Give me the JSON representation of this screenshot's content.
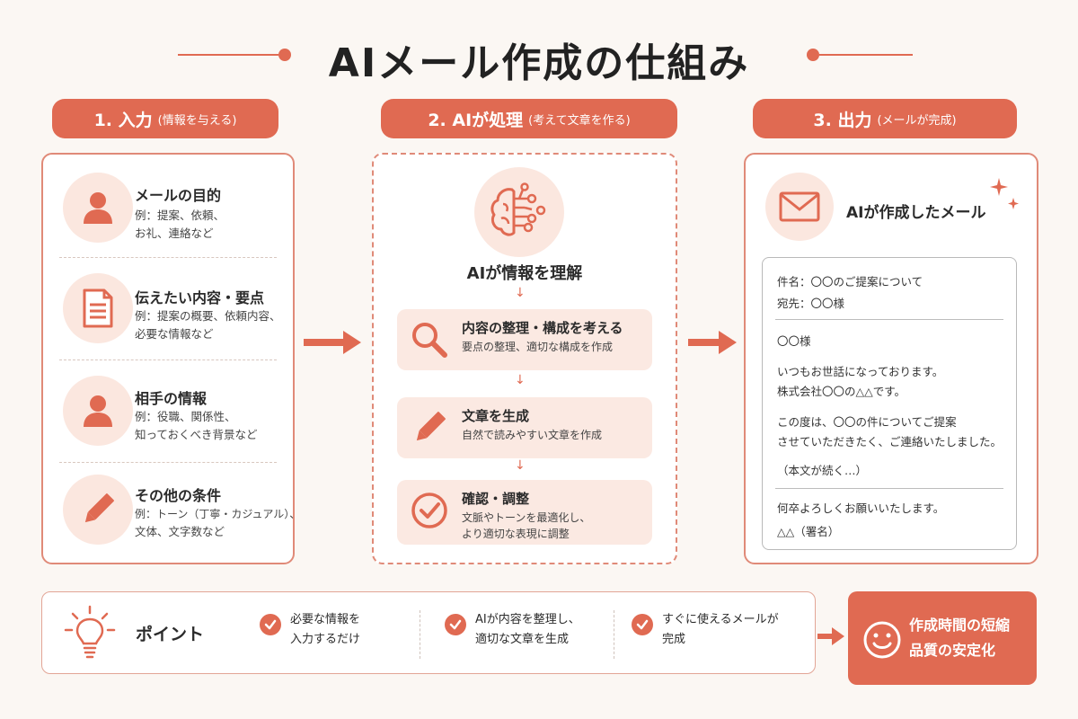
{
  "title": "AIメール作成の仕組み",
  "colors": {
    "accent": "#e06a52",
    "soft": "#fbe7df",
    "background": "#fbf7f3"
  },
  "steps": [
    {
      "label": "1. 入力",
      "sub": "(情報を与える)"
    },
    {
      "label": "2. AIが処理",
      "sub": "(考えて文章を作る)"
    },
    {
      "label": "3. 出力",
      "sub": "(メールが完成)"
    }
  ],
  "inputs": [
    {
      "icon": "person-icon",
      "title": "メールの目的",
      "desc": [
        "例：提案、依頼、",
        "お礼、連絡など"
      ]
    },
    {
      "icon": "document-icon",
      "title": "伝えたい内容・要点",
      "desc": [
        "例：提案の概要、依頼内容、",
        "必要な情報など"
      ]
    },
    {
      "icon": "person-icon",
      "title": "相手の情報",
      "desc": [
        "例：役職、関係性、",
        "知っておくべき背景など"
      ]
    },
    {
      "icon": "pencil-icon",
      "title": "その他の条件",
      "desc": [
        "例：トーン（丁寧・カジュアル）、",
        "文体、文字数など"
      ]
    }
  ],
  "process": {
    "head": "AIが情報を理解",
    "steps": [
      {
        "icon": "magnifier-icon",
        "title": "内容の整理・構成を考える",
        "desc": [
          "要点の整理、適切な構成を作成"
        ]
      },
      {
        "icon": "pencil-icon",
        "title": "文章を生成",
        "desc": [
          "自然で読みやすい文章を作成"
        ]
      },
      {
        "icon": "check-circle-icon",
        "title": "確認・調整",
        "desc": [
          "文脈やトーンを最適化し、",
          "より適切な表現に調整"
        ]
      }
    ]
  },
  "output": {
    "head": "AIが作成したメール",
    "subject": "件名：〇〇のご提案について",
    "to": "宛先：〇〇様",
    "body": [
      "〇〇様",
      "いつもお世話になっております。",
      "株式会社〇〇の△△です。",
      "この度は、〇〇の件についてご提案",
      "させていただきたく、ご連絡いたしました。",
      "（本文が続く…）"
    ],
    "closing": [
      "何卒よろしくお願いいたします。",
      "△△（署名）"
    ]
  },
  "points": {
    "label": "ポイント",
    "items": [
      [
        "必要な情報を",
        "入力するだけ"
      ],
      [
        "AIが内容を整理し、",
        "適切な文章を生成"
      ],
      [
        "すぐに使えるメールが",
        "完成"
      ]
    ]
  },
  "result": [
    "作成時間の短縮",
    "品質の安定化"
  ]
}
